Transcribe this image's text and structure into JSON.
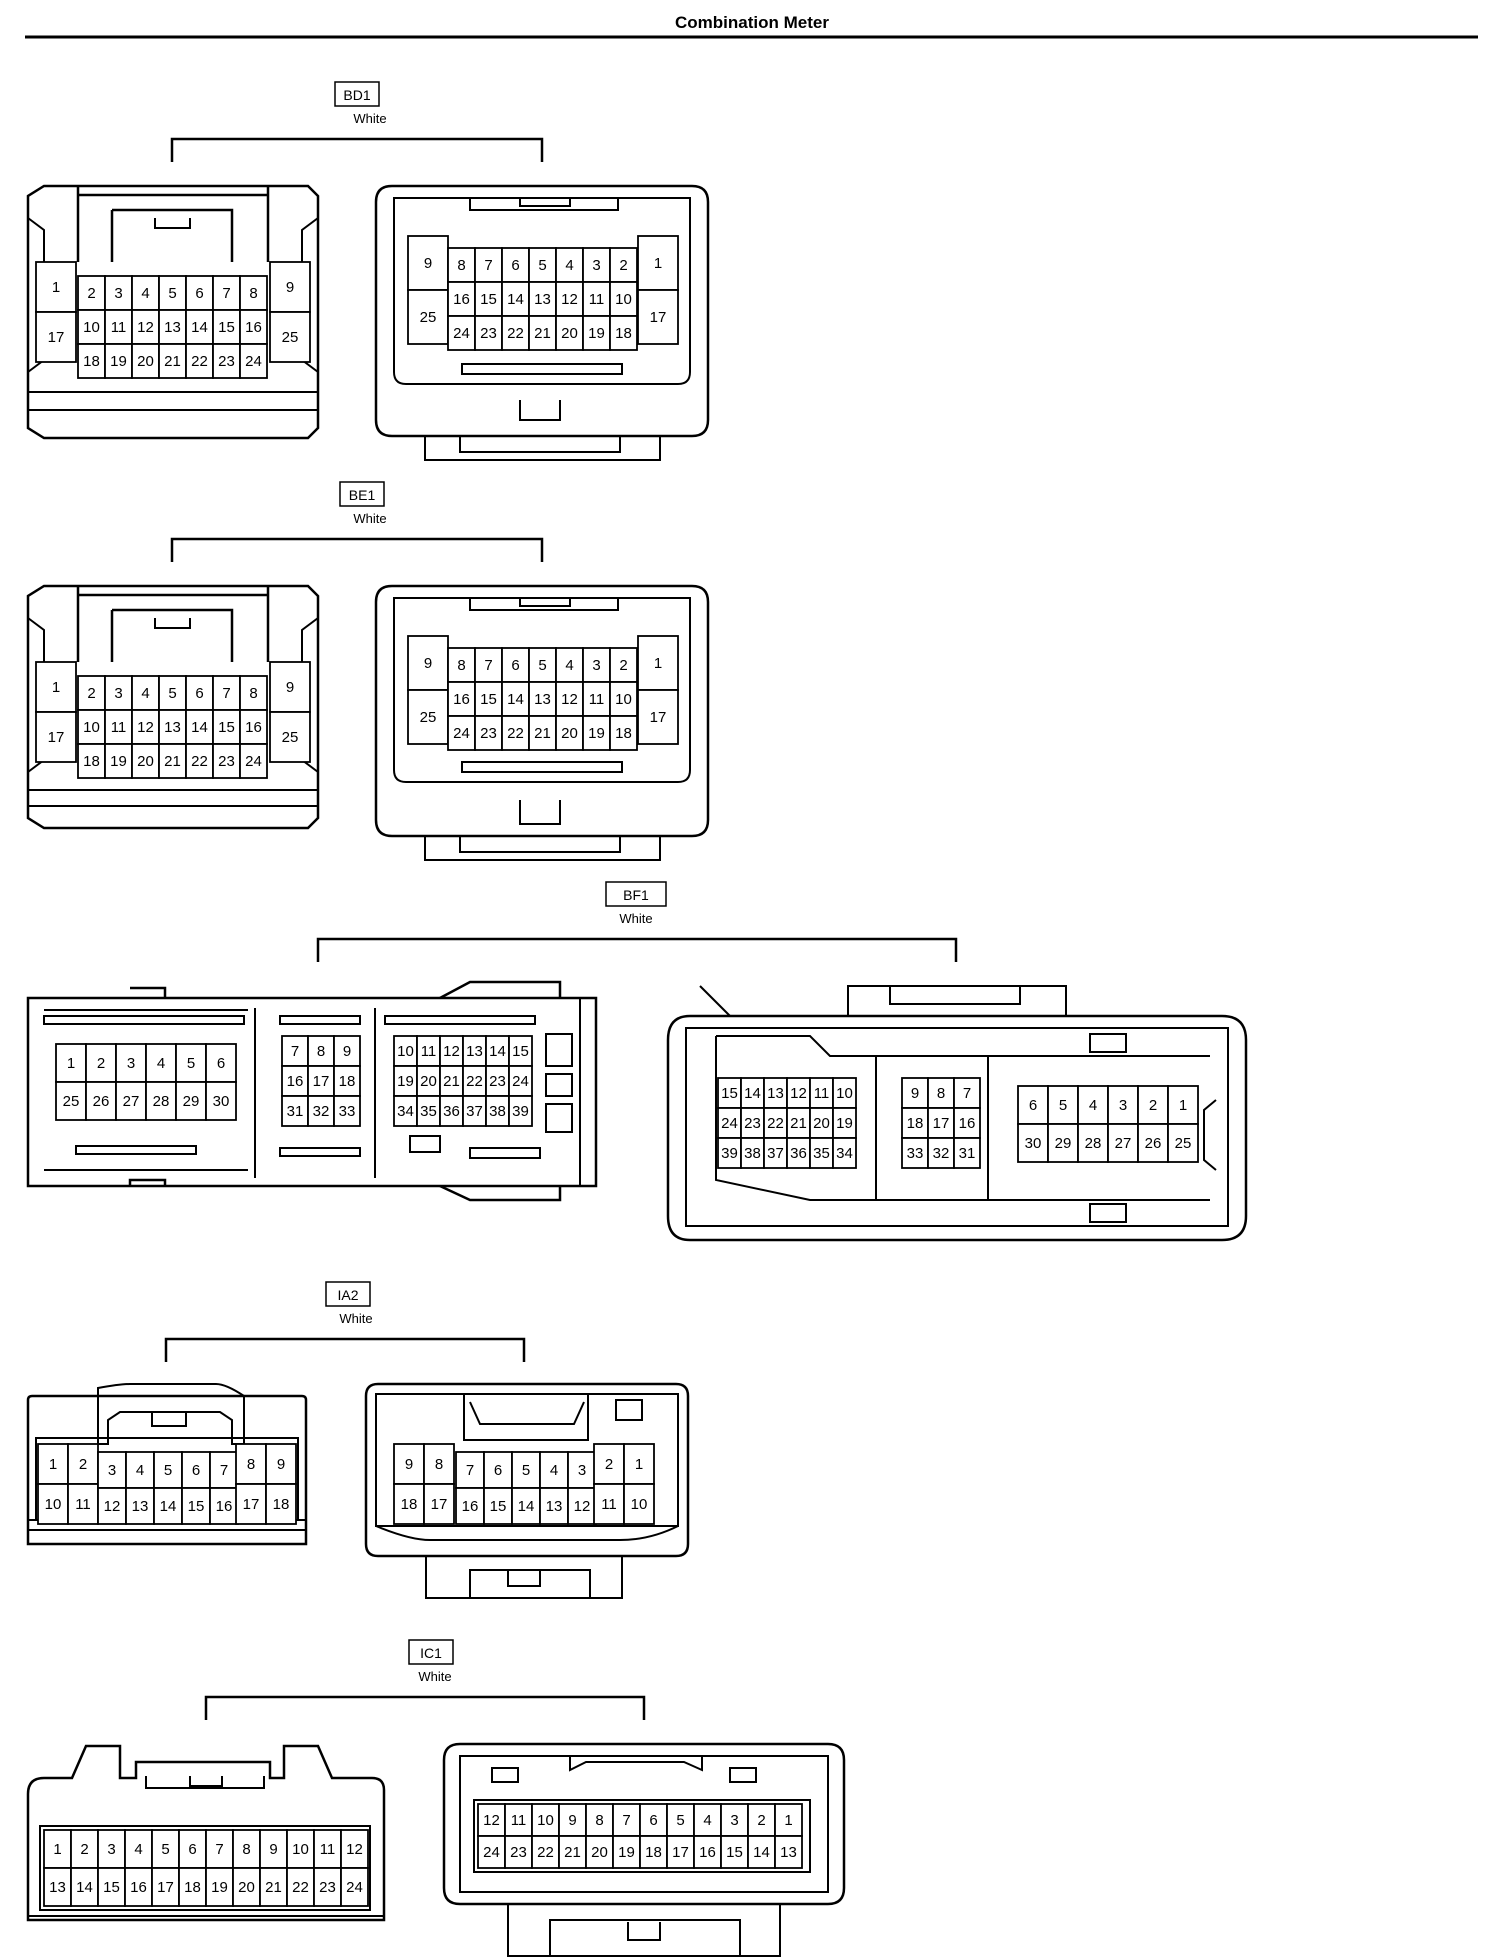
{
  "title": "Combination Meter",
  "connectors": [
    {
      "code": "BD1",
      "color": "White"
    },
    {
      "code": "BE1",
      "color": "White"
    },
    {
      "code": "BF1",
      "color": "White"
    },
    {
      "code": "IA2",
      "color": "White"
    },
    {
      "code": "IC1",
      "color": "White"
    }
  ]
}
